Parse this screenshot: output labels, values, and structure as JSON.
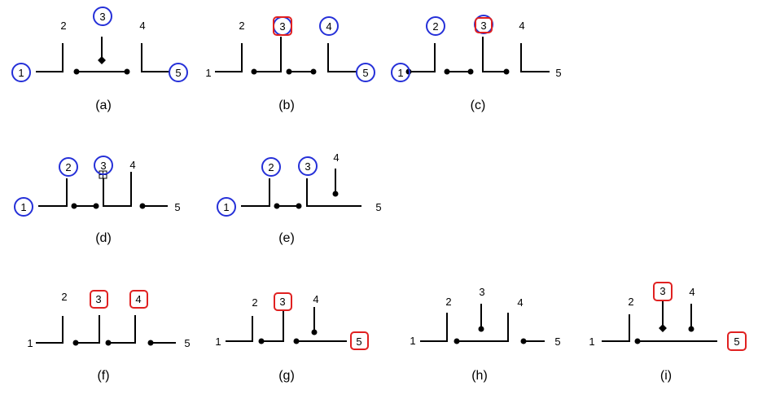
{
  "colors": {
    "circle": "#2530d8",
    "square": "#e02020",
    "ink": "#000000"
  },
  "panels": [
    {
      "caption": "(a)",
      "labels": {
        "n1": "1",
        "n2": "2",
        "n3": "3",
        "n4": "4",
        "n5": "5"
      }
    },
    {
      "caption": "(b)",
      "labels": {
        "n1": "1",
        "n2": "2",
        "n3": "3",
        "n4": "4",
        "n5": "5"
      }
    },
    {
      "caption": "(c)",
      "labels": {
        "n1": "1",
        "n2": "2",
        "n3": "3",
        "n4": "4",
        "n5": "5"
      }
    },
    {
      "caption": "(d)",
      "labels": {
        "n1": "1",
        "n2": "2",
        "n3": "3",
        "n4": "4",
        "n5": "5"
      }
    },
    {
      "caption": "(e)",
      "labels": {
        "n1": "1",
        "n2": "2",
        "n3": "3",
        "n4": "4",
        "n5": "5"
      }
    },
    {
      "caption": "(f)",
      "labels": {
        "n1": "1",
        "n2": "2",
        "n3": "3",
        "n4": "4",
        "n5": "5"
      }
    },
    {
      "caption": "(g)",
      "labels": {
        "n1": "1",
        "n2": "2",
        "n3": "3",
        "n4": "4",
        "n5": "5"
      }
    },
    {
      "caption": "(h)",
      "labels": {
        "n1": "1",
        "n2": "2",
        "n3": "3",
        "n4": "4",
        "n5": "5"
      }
    },
    {
      "caption": "(i)",
      "labels": {
        "n1": "1",
        "n2": "2",
        "n3": "3",
        "n4": "4",
        "n5": "5"
      }
    }
  ]
}
